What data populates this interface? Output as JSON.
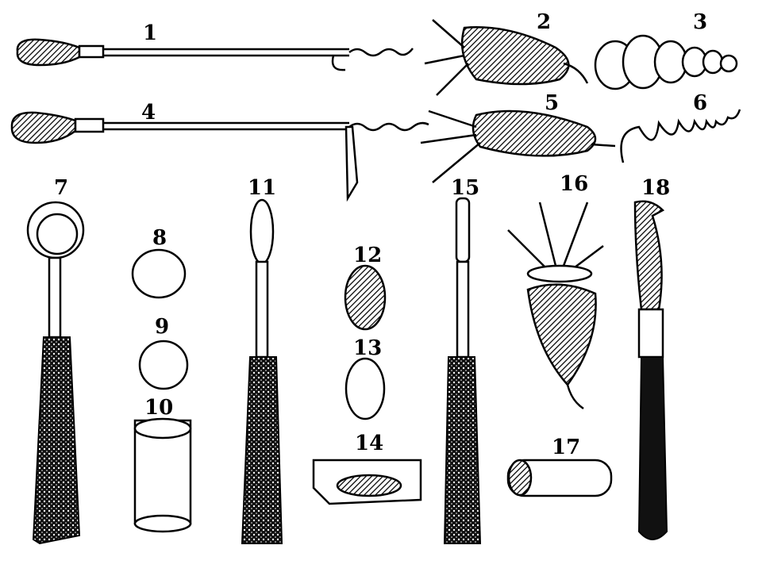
{
  "figure": {
    "labels": [
      "1",
      "2",
      "3",
      "4",
      "5",
      "6",
      "7",
      "8",
      "9",
      "10",
      "11",
      "12",
      "13",
      "14",
      "15",
      "16",
      "17",
      "18"
    ]
  }
}
